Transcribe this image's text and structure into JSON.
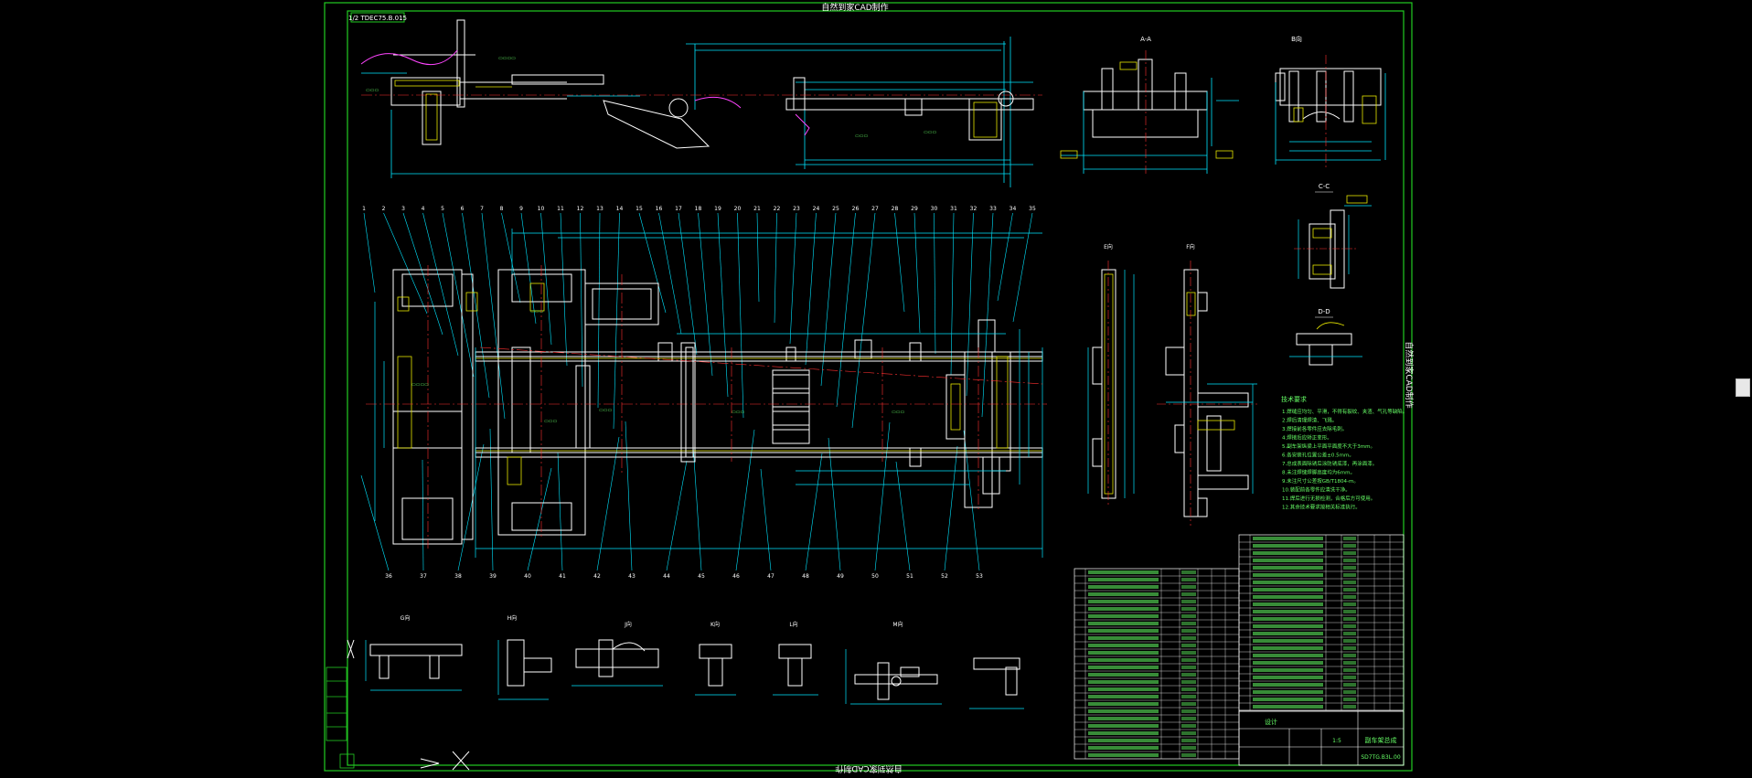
{
  "drawing": {
    "top_caption": "自然到家CAD制作",
    "bottom_caption": "自然到家CAD制作",
    "right_caption": "自然到家CAD制作",
    "corner_code": "1/2 TDEC75.B.015",
    "title_name": "副车架总成",
    "title_drawing_no": "SD7TG.B3L.00",
    "title_scale": "1:5",
    "title_org": "设计",
    "tech_title": "技术要求",
    "tech_lines": [
      "1.焊缝应均匀、平滑，不得有裂纹、夹渣、气孔等缺陷。",
      "2.焊后清理焊渣、飞溅。",
      "3.焊接前各零件应去除毛刺。",
      "4.焊接后应矫正变形。",
      "5.副车架纵梁上平面平面度不大于3mm。",
      "6.各安装孔位置公差±0.5mm。",
      "7.总成表面除锈后涂防锈底漆，再涂面漆。",
      "8.未注焊缝焊脚高度均为6mm。",
      "9.未注尺寸公差按GB/T1804-m。",
      "10.装配前各零件应清洗干净。",
      "11.焊后进行无损检测，合格后方可使用。",
      "12.其余技术要求按相关标准执行。"
    ],
    "section_labels": [
      "A-A",
      "B向",
      "C-C",
      "D-D",
      "E向",
      "F向",
      "G向",
      "H向",
      "J向",
      "K向",
      "L向",
      "M向"
    ],
    "balloons": [
      "1",
      "2",
      "3",
      "4",
      "5",
      "6",
      "7",
      "8",
      "9",
      "10",
      "11",
      "12",
      "13",
      "14",
      "15",
      "16",
      "17",
      "18",
      "19",
      "20",
      "21",
      "22",
      "23",
      "24",
      "25",
      "26",
      "27",
      "28",
      "29",
      "30",
      "31",
      "32",
      "33",
      "34",
      "35",
      "36",
      "37",
      "38",
      "39",
      "40",
      "41",
      "42",
      "43",
      "44",
      "45",
      "46",
      "47",
      "48",
      "49",
      "50",
      "51",
      "52",
      "53"
    ]
  },
  "colors": {
    "background": "#000000",
    "frame": "#22cc22",
    "outline": "#ffffff",
    "dimension": "#00e5ff",
    "centerline": "#ff3030",
    "hidden": "#e6e600",
    "annotation": "#66ff66",
    "magenta": "#ff44ff"
  }
}
